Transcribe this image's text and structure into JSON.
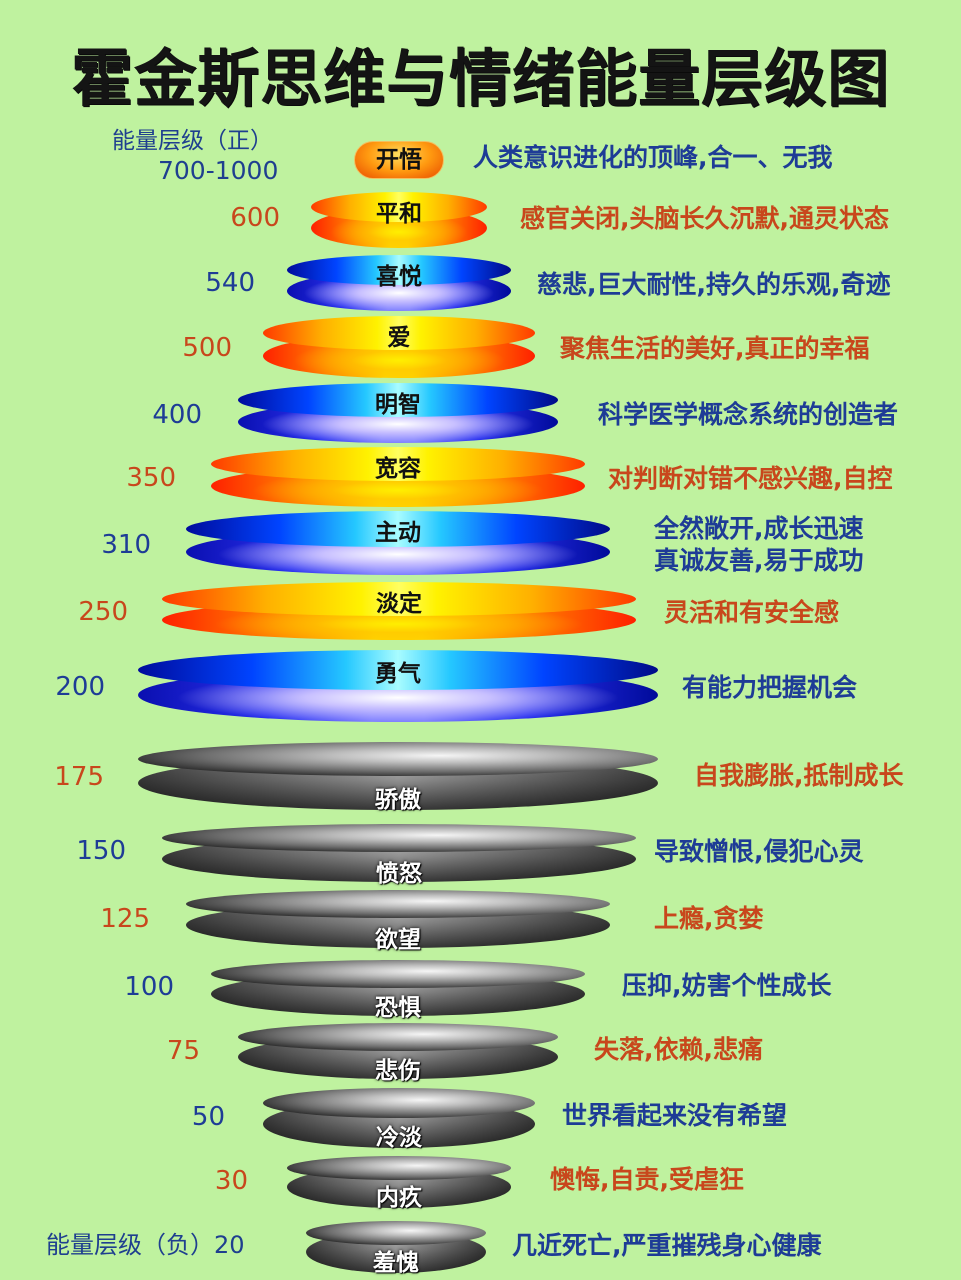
{
  "title": "霍金斯思维与情绪能量层级图",
  "header_positive": {
    "label": "能量层级（正）",
    "range": "700-1000"
  },
  "footer_negative": {
    "label": "能量层级（负）20"
  },
  "levels": [
    {
      "value": "",
      "name": "开悟",
      "desc": "人类意识进化的顶峰,合一、无我",
      "tone": "blue"
    },
    {
      "value": "600",
      "name": "平和",
      "desc": "感官关闭,头脑长久沉默,通灵状态",
      "tone": "red"
    },
    {
      "value": "540",
      "name": "喜悦",
      "desc": "慈悲,巨大耐性,持久的乐观,奇迹",
      "tone": "blue"
    },
    {
      "value": "500",
      "name": "爱",
      "desc": "聚焦生活的美好,真正的幸福",
      "tone": "red"
    },
    {
      "value": "400",
      "name": "明智",
      "desc": "科学医学概念系统的创造者",
      "tone": "blue"
    },
    {
      "value": "350",
      "name": "宽容",
      "desc": "对判断对错不感兴趣,自控",
      "tone": "red"
    },
    {
      "value": "310",
      "name": "主动",
      "desc": "全然敞开,成长迅速",
      "desc2": "真诚友善,易于成功",
      "tone": "blue"
    },
    {
      "value": "250",
      "name": "淡定",
      "desc": "灵活和有安全感",
      "tone": "red"
    },
    {
      "value": "200",
      "name": "勇气",
      "desc": "有能力把握机会",
      "tone": "blue"
    },
    {
      "value": "175",
      "name": "骄傲",
      "desc": "自我膨胀,抵制成长",
      "tone": "red"
    },
    {
      "value": "150",
      "name": "愤怒",
      "desc": "导致憎恨,侵犯心灵",
      "tone": "blue"
    },
    {
      "value": "125",
      "name": "欲望",
      "desc": "上瘾,贪婪",
      "tone": "red"
    },
    {
      "value": "100",
      "name": "恐惧",
      "desc": "压抑,妨害个性成长",
      "tone": "blue"
    },
    {
      "value": "75",
      "name": "悲伤",
      "desc": "失落,依赖,悲痛",
      "tone": "red"
    },
    {
      "value": "50",
      "name": "冷淡",
      "desc": "世界看起来没有希望",
      "tone": "blue"
    },
    {
      "value": "30",
      "name": "内疚",
      "desc": "懊悔,自责,受虐狂",
      "tone": "red"
    },
    {
      "value": "20",
      "name": "羞愧",
      "desc": "几近死亡,严重摧残身心健康",
      "tone": "blue"
    }
  ],
  "colors": {
    "background": "#bff29f",
    "blue_text": "#1e3c96",
    "red_text": "#c8471c"
  }
}
